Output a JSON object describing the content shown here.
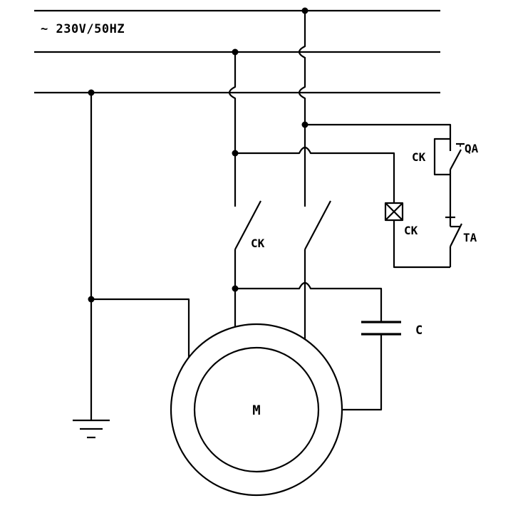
{
  "colors": {
    "background": "#ffffff",
    "line": "#000000"
  },
  "labels": {
    "supply_voltage": "~ 230V/50HZ",
    "main_contacts": "CK",
    "coil": "CK",
    "aux_contact": "CK",
    "start_button": "QA",
    "stop_button": "TA",
    "capacitor": "C",
    "motor": "M"
  }
}
